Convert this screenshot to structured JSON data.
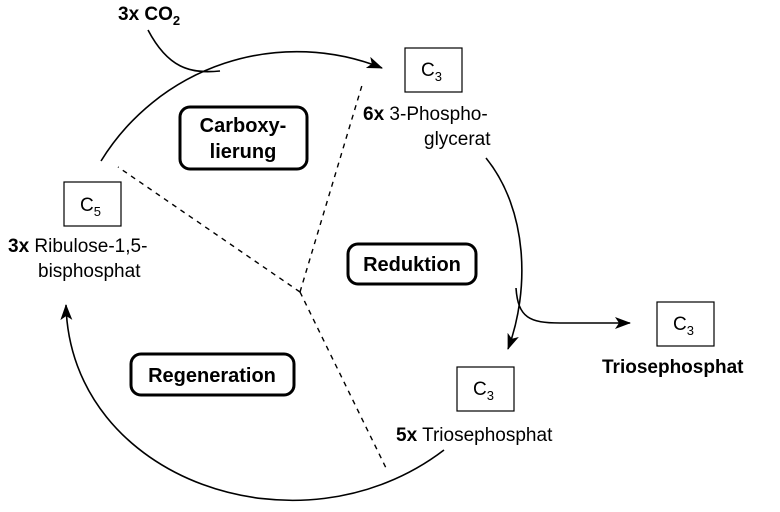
{
  "co2_input": {
    "prefix": "3x",
    "formula": "CO",
    "subscript": "2"
  },
  "nodes": {
    "phosphoglycerate": {
      "box_letter": "C",
      "box_subscript": "3",
      "count": "6x",
      "line1": "3-Phospho-",
      "line2": "glycerat"
    },
    "triose_cycle": {
      "box_letter": "C",
      "box_subscript": "3",
      "count": "5x",
      "line1": "Triosephosphat"
    },
    "triose_output": {
      "box_letter": "C",
      "box_subscript": "3",
      "label": "Triosephosphat"
    },
    "ribulose": {
      "box_letter": "C",
      "box_subscript": "5",
      "count": "3x",
      "line1": "Ribulose-1,5-",
      "line2": "bisphosphat"
    }
  },
  "phases": {
    "carboxylation": {
      "line1": "Carboxy-",
      "line2": "lierung"
    },
    "reduction": {
      "label": "Reduktion"
    },
    "regeneration": {
      "label": "Regeneration"
    }
  }
}
